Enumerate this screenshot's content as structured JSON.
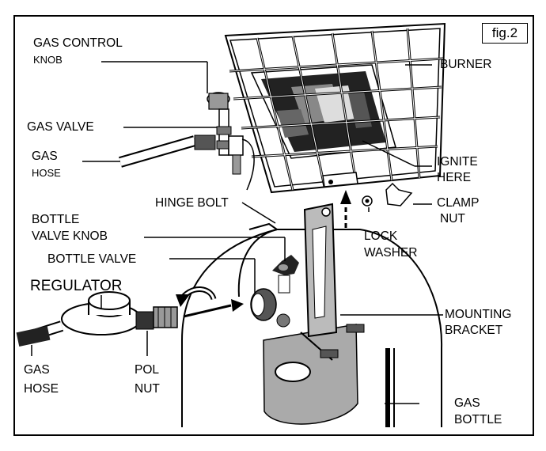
{
  "figure_tag": "fig.2",
  "labels": {
    "gas_control": "GAS CONTROL",
    "knob": "KNOB",
    "gas_valve": "GAS VALVE",
    "gas_hose_top_1": "GAS",
    "gas_hose_top_2": "HOSE",
    "burner": "BURNER",
    "ignite_1": "IGNITE",
    "ignite_2": "HERE",
    "hinge_bolt": "HINGE BOLT",
    "clamp_1": "CLAMP",
    "clamp_2": "NUT",
    "lock_1": "LOCK",
    "lock_2": "WASHER",
    "bottle_valve_knob_1": "BOTTLE",
    "bottle_valve_knob_2": "VALVE KNOB",
    "bottle_valve": "BOTTLE VALVE",
    "regulator": "REGULATOR",
    "mounting_1": "MOUNTING",
    "mounting_2": "BRACKET",
    "gas_hose_bottom_1": "GAS",
    "gas_hose_bottom_2": "HOSE",
    "pol_1": "POL",
    "pol_2": "NUT",
    "gas_bottle_1": "GAS",
    "gas_bottle_2": "BOTTLE"
  }
}
